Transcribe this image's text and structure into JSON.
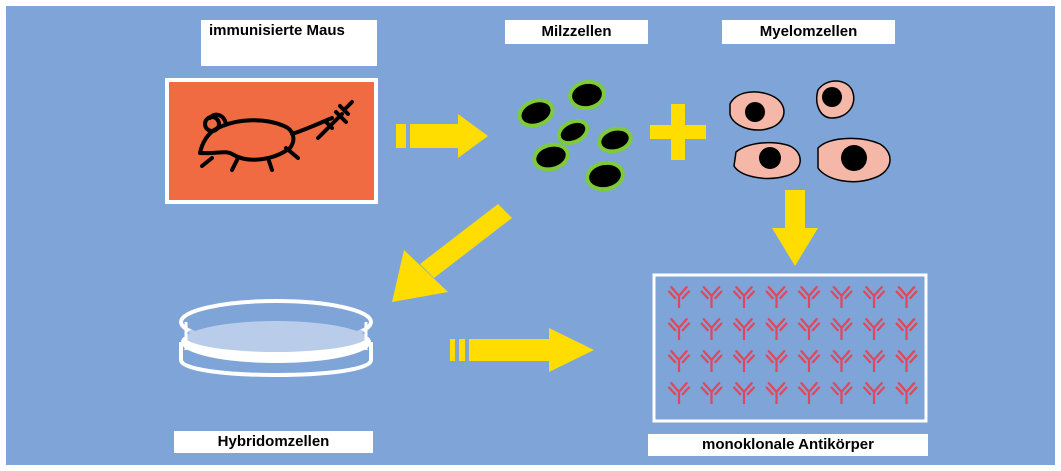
{
  "labels": {
    "mouse": "immunisierte Maus",
    "spleen": "Milzzellen",
    "myeloma": "Myelomzellen",
    "hybridoma": "Hybridomzellen",
    "antibodies": "monoklonale Antikörper"
  },
  "colors": {
    "background": "#7fa4d8",
    "arrow": "#ffdd00",
    "mouse_panel": "#f06a42",
    "spleen_cell_border": "#7ecb3a",
    "myeloma_cell": "#f5b7a8",
    "antibody": "#e0475a",
    "label_bg": "#ffffff"
  },
  "icons": [
    "mouse-with-syringe-icon",
    "spleen-cell-icon",
    "myeloma-cell-icon",
    "petri-dish-icon",
    "antibody-icon",
    "plus-icon",
    "arrow-icon"
  ],
  "antibody_grid": {
    "rows": 4,
    "columns": 8
  }
}
